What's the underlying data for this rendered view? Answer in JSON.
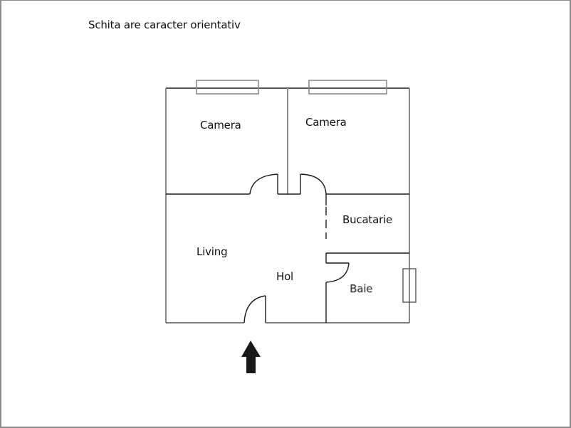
{
  "note": "Schita are caracter orientativ",
  "rooms": {
    "camera_left": "Camera",
    "camera_right": "Camera",
    "bucatarie": "Bucatarie",
    "living": "Living",
    "hol": "Hol",
    "baie": "Baie"
  },
  "colors": {
    "wall_dark": "#1a1a1a",
    "wall_gray": "#8a8a8a",
    "arrow": "#1a1a1a",
    "background": "#ffffff"
  },
  "entrance": {
    "arrow_icon": "arrow-up-icon"
  }
}
